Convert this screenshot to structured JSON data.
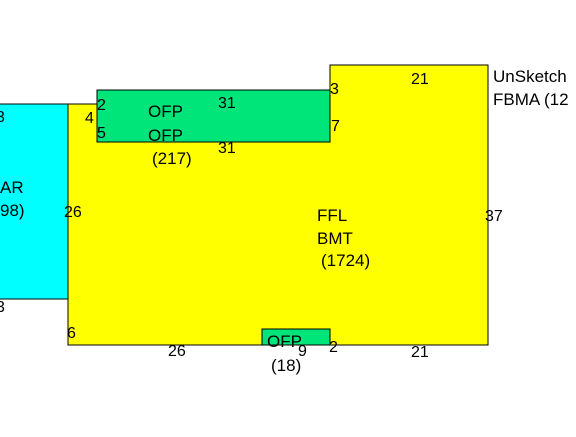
{
  "colors": {
    "main_area": "#ffff00",
    "left_area": "#00ffff",
    "sub_area": "#00e57a",
    "outline": "#000000",
    "background": "#ffffff"
  },
  "areas": {
    "left": {
      "name_line": "AR",
      "area_line": "98)",
      "dims": [
        "3",
        "3"
      ]
    },
    "main": {
      "line1": "FFL",
      "line2": "BMT",
      "area": "(1724)",
      "dims": [
        "21",
        "37",
        "21",
        "26",
        "26",
        "4",
        "6",
        "3",
        "7"
      ]
    },
    "sub_top": {
      "line1": "OFP",
      "line2": "OFP",
      "area": "(217)",
      "dims": [
        "31",
        "31",
        "2",
        "5"
      ]
    },
    "sub_bottom": {
      "line1": "OFP",
      "area": "(18)",
      "dims": [
        "9",
        "2"
      ]
    },
    "unsketched": {
      "line1": "UnSketch",
      "line2": "FBMA (12"
    }
  }
}
